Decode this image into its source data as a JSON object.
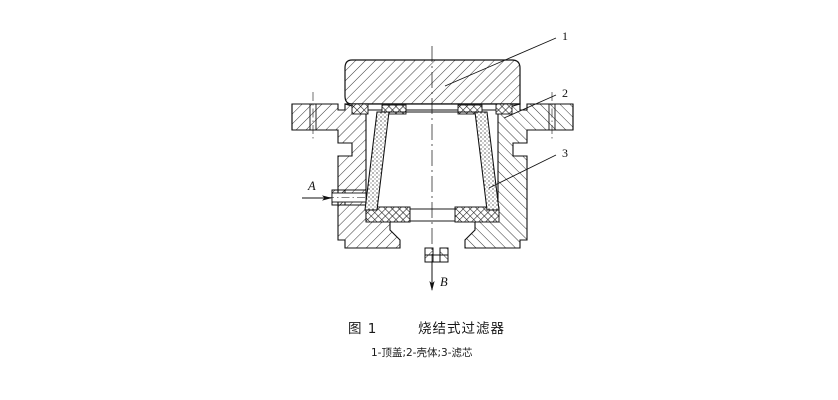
{
  "figure": {
    "caption_label": "图 1",
    "caption_title": "烧结式过滤器",
    "caption_legend": "1-顶盖;2-壳体;3-滤芯",
    "background_color": "#ffffff",
    "line_color": "#111111"
  },
  "callouts": [
    {
      "number": "1",
      "part": "顶盖",
      "part_en": "top cover"
    },
    {
      "number": "2",
      "part": "壳体",
      "part_en": "housing body"
    },
    {
      "number": "3",
      "part": "滤芯",
      "part_en": "filter element"
    }
  ],
  "flow_marks": [
    {
      "letter": "A",
      "direction": "right",
      "meaning": "inlet"
    },
    {
      "letter": "B",
      "direction": "down",
      "meaning": "outlet"
    }
  ],
  "drawing": {
    "type": "cross-section",
    "view": "sectional elevation",
    "components": [
      "top cover",
      "housing body",
      "conical sintered filter element",
      "inlet port flange",
      "outlet drain boss",
      "gaskets"
    ],
    "hatch_style": "45-degree section hatching",
    "seal_style": "cross-hatched gasket",
    "element_fill": "stippled sintered media",
    "centerline": "vertical dash-dot axis"
  }
}
